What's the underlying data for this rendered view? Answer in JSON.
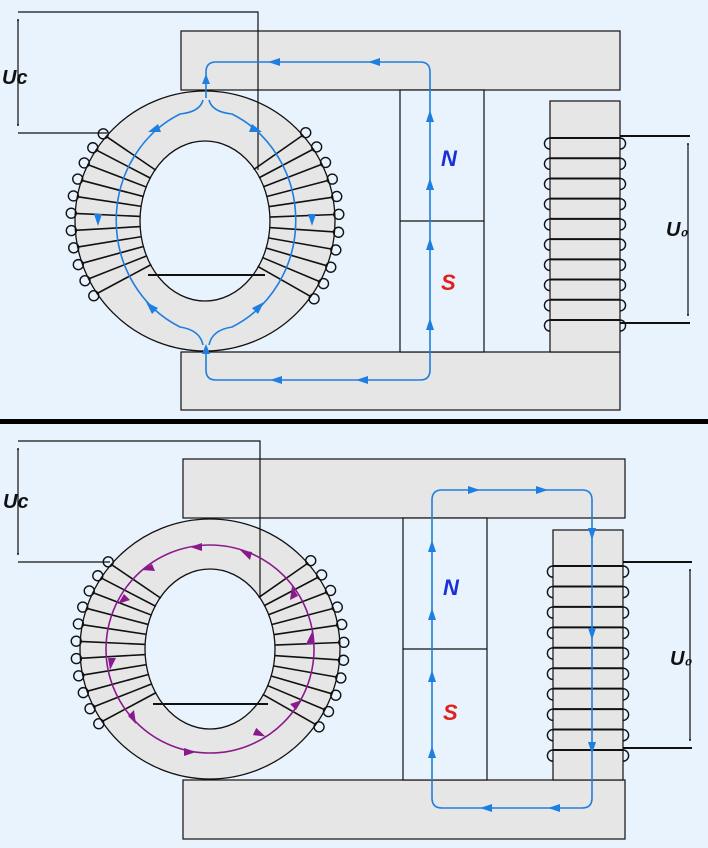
{
  "colors": {
    "background": "#e9f3fd",
    "core_fill": "#e6e6e6",
    "outline": "#111111",
    "flux_blue": "#1e7fe0",
    "flux_purple": "#8a1a8c",
    "pole_n": "#1a2fd6",
    "pole_s": "#e0201a"
  },
  "top": {
    "control_voltage_label": "Uc",
    "output_voltage_label": "U₀",
    "magnet_north_label": "N",
    "magnet_south_label": "S"
  },
  "bottom": {
    "control_voltage_label": "Uc",
    "output_voltage_label": "U₀",
    "magnet_north_label": "N",
    "magnet_south_label": "S"
  }
}
